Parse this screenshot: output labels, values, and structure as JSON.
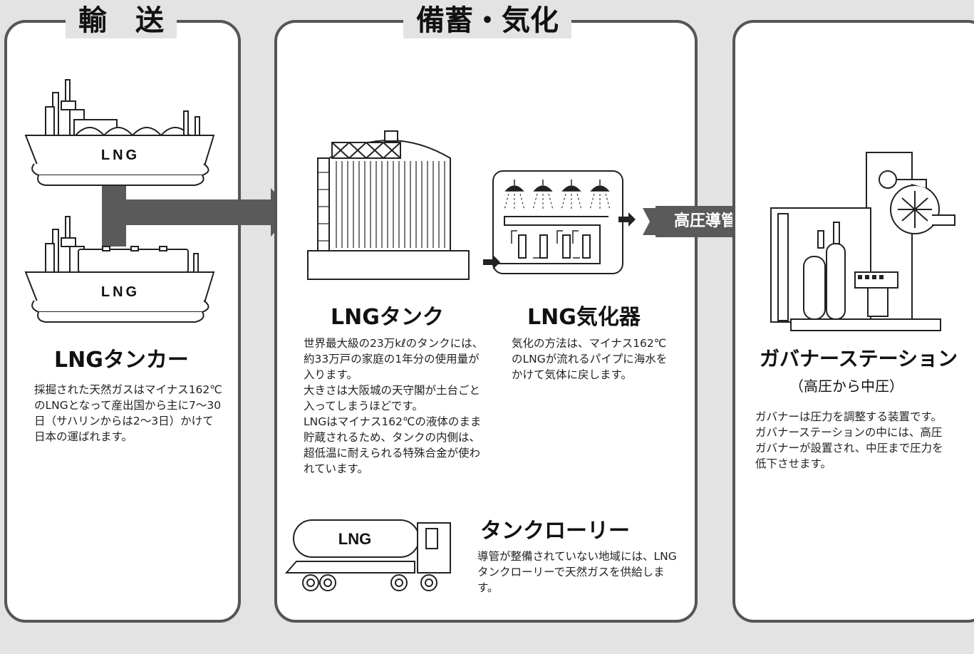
{
  "panels": {
    "transport": {
      "title": "輸　送",
      "ship_label_1": "LNG",
      "ship_label_2": "LNG",
      "heading": "LNGタンカー",
      "text": "採掘された天然ガスはマイナス162℃のLNGとなって産出国から主に7～30日（サハリンからは2～3日）かけて日本の運ばれます。"
    },
    "storage": {
      "title": "備蓄・気化",
      "tank_heading": "LNGタンク",
      "tank_text_1": "世界最大級の23万kℓのタンクには、約33万戸の家庭の1年分の使用量が入ります。",
      "tank_text_2": "大きさは大阪城の天守閣が土台ごと入ってしまうほどです。",
      "tank_text_3": "LNGはマイナス162℃の液体のまま貯蔵されるため、タンクの内側は、超低温に耐えられる特殊合金が使われています。",
      "vaporizer_heading": "LNG気化器",
      "vaporizer_text": "気化の方法は、マイナス162℃のLNGが流れるパイプに海水をかけて気体に戻します。",
      "lorry_label": "LNG",
      "lorry_heading": "タンクローリー",
      "lorry_text": "導管が整備されていない地域には、LNGタンクローリーで天然ガスを供給します。"
    },
    "governor": {
      "heading": "ガバナーステーション",
      "subheading": "（高圧から中圧）",
      "text": "ガバナーは圧力を調整する装置です。ガバナーステーションの中には、高圧ガバナーが設置され、中圧まで圧力を低下させます。"
    }
  },
  "pipeline_label": "高圧導管",
  "colors": {
    "background": "#e3e3e3",
    "panel_border": "#555555",
    "arrow": "#5a5a5a",
    "line_art": "#222222"
  }
}
